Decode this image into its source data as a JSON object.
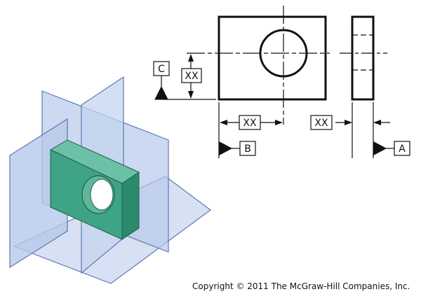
{
  "title": "",
  "colors": {
    "plane_fill": "#b7c9ea",
    "plane_stroke": "#5d79b3",
    "part_front": "#3fa386",
    "part_top": "#6cc0a6",
    "part_side": "#2c8a6d",
    "line": "#111111",
    "datum_triangle": "#111111"
  },
  "datums": {
    "a": "A",
    "b": "B",
    "c": "C"
  },
  "dimensions": {
    "vertical": "XX",
    "horizontal_front": "XX",
    "horizontal_side": "XX"
  },
  "copyright": "Copyright © 2011 The McGraw-Hill Companies, Inc."
}
